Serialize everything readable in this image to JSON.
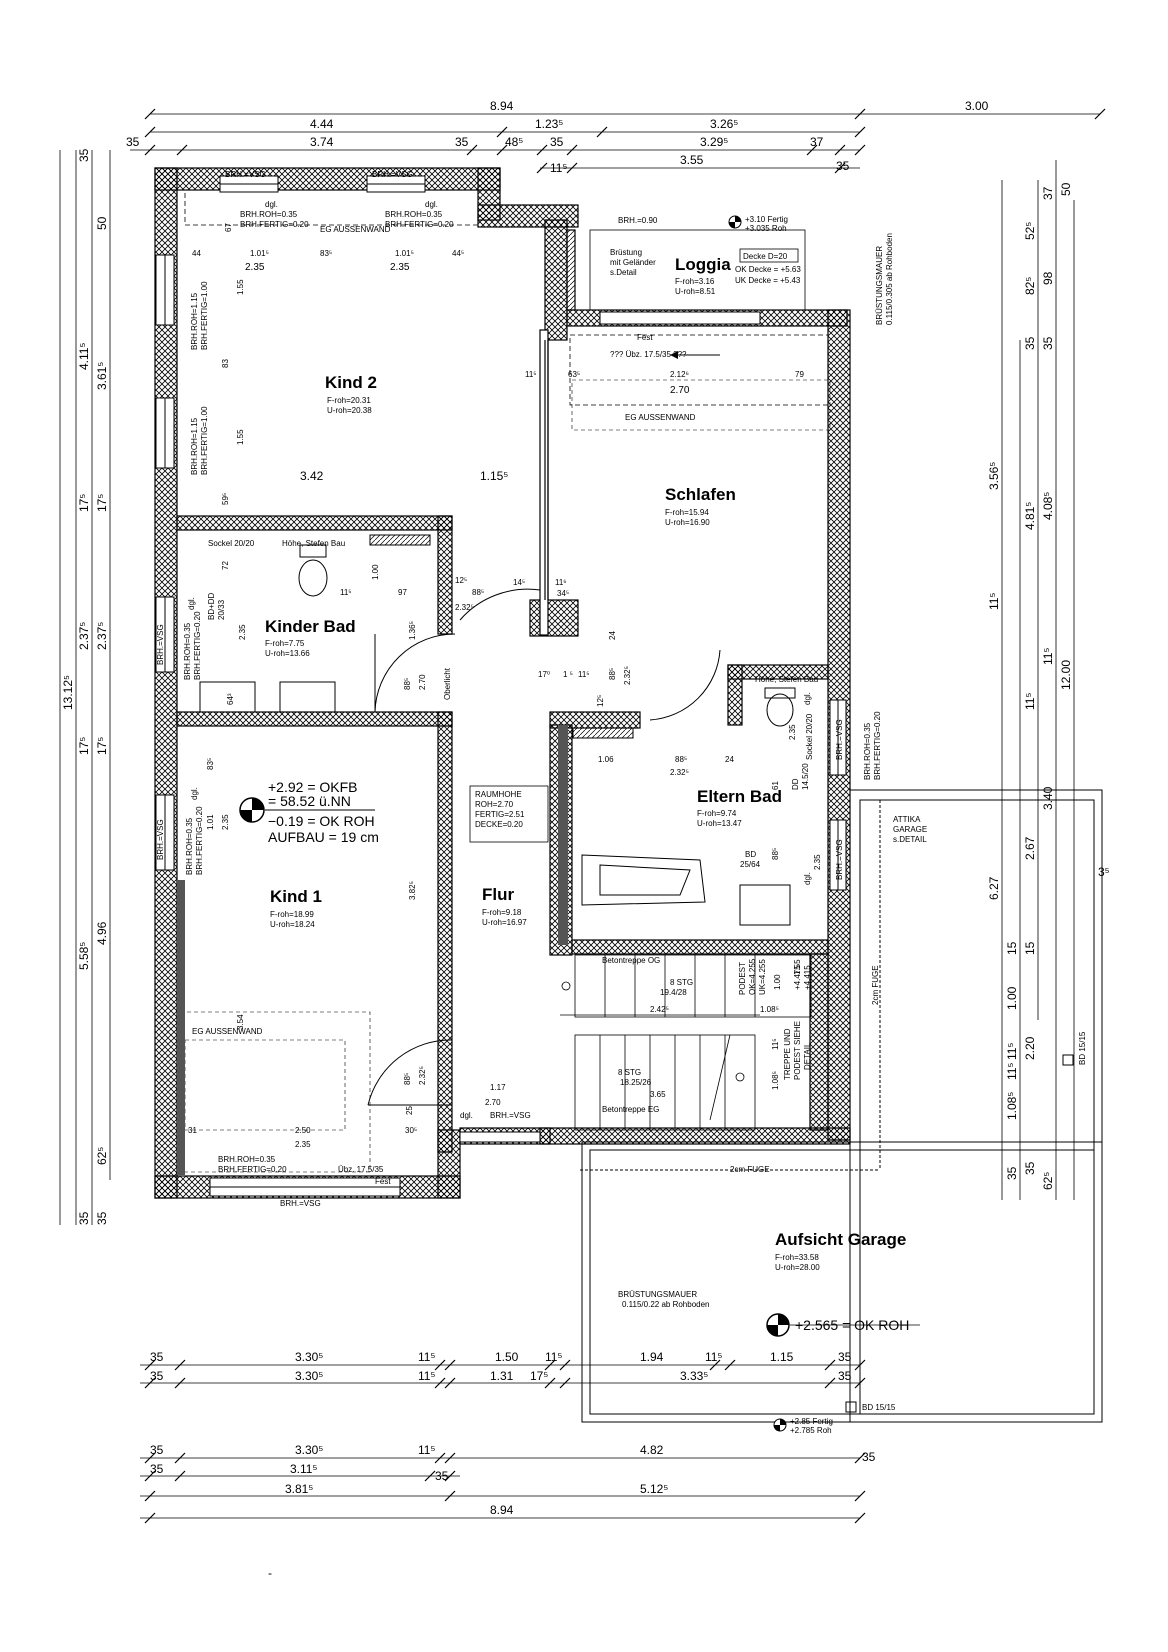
{
  "rooms": {
    "kind2": {
      "name": "Kind 2",
      "f": "F-roh=20.31",
      "u": "U-roh=20.38"
    },
    "schlafen": {
      "name": "Schlafen",
      "f": "F-roh=15.94",
      "u": "U-roh=16.90"
    },
    "loggia": {
      "name": "Loggia",
      "f": "F-roh=3.16",
      "u": "U-roh=8.51"
    },
    "kinderbad": {
      "name": "Kinder Bad",
      "f": "F-roh=7.75",
      "u": "U-roh=13.66"
    },
    "elternbad": {
      "name": "Eltern Bad",
      "f": "F-roh=9.74",
      "u": "U-roh=13.47"
    },
    "kind1": {
      "name": "Kind 1",
      "f": "F-roh=18.99",
      "u": "U-roh=18.24"
    },
    "flur": {
      "name": "Flur",
      "f": "F-roh=9.18",
      "u": "U-roh=16.97"
    },
    "garage": {
      "name": "Aufsicht Garage",
      "f": "F-roh=33.58",
      "u": "U-roh=28.00"
    }
  },
  "dims_top": {
    "d894": "8.94",
    "d300": "3.00",
    "d444": "4.44",
    "d1235": "1.23⁵",
    "d3265": "3.26⁵",
    "d35a": "35",
    "d374": "3.74",
    "d35b": "35",
    "d485": "48⁵",
    "d35c": "35",
    "d329": "3.29⁵",
    "d37": "37",
    "d35d": "35",
    "d115": "11⁵",
    "d355": "3.55"
  },
  "dims_bottom": {
    "a35": "35",
    "a3305": "3.30⁵",
    "a115": "11⁵",
    "a150": "1.50",
    "a115b": "11⁵",
    "a194": "1.94",
    "a115c": "11⁵",
    "a115d": "1.15",
    "a35b": "35",
    "b35": "35",
    "b3305": "3.30⁵",
    "b115": "11⁵",
    "b131": "1.31",
    "b175": "17⁵",
    "b3335": "3.33⁵",
    "c35": "35",
    "c3305": "3.30⁵",
    "c115": "11⁵",
    "c482": "4.82",
    "c35b": "35",
    "d35": "35",
    "d3115": "3.11⁵",
    "d35b": "35",
    "e3815": "3.81⁵",
    "e5125": "5.12⁵",
    "f894": "8.94"
  },
  "dims_left": {
    "l35": "35",
    "l4115": "4.11⁵",
    "l50": "50",
    "l3615": "3.61⁵",
    "l175": "17⁵",
    "l175b": "17⁵",
    "l2375": "2.37⁵",
    "l2375b": "2.37⁵",
    "l13125": "13.12⁵",
    "l175c": "17⁵",
    "l175d": "17⁵",
    "l5585": "5.58⁵",
    "l496": "4.96",
    "l625": "62⁵",
    "l35b": "35",
    "l35c": "35"
  },
  "dims_right": {
    "r37": "37",
    "r50": "50",
    "r525": "52⁵",
    "r825": "82⁵",
    "r98": "98",
    "r35": "35",
    "r35b": "35",
    "r3565": "3.56⁵",
    "r4815": "4.81⁵",
    "r4085": "4.08⁵",
    "r115": "11⁵",
    "r115b": "11⁵",
    "r1200": "12.00",
    "r115c": "11⁵",
    "r340": "3.40",
    "r627": "6.27",
    "r267": "2.67",
    "r15": "15",
    "r15b": "15",
    "r100": "1.00",
    "r115d": "11⁵",
    "r220": "2.20",
    "r1085": "1.08⁵",
    "r115e": "11⁵",
    "r35c": "35",
    "r35d": "35",
    "r625": "62⁵",
    "r35e": "3⁵"
  },
  "labels": {
    "brh_vsg": "BRH.=VSG",
    "dgl": "dgl.",
    "brh_roh035": "BRH.ROH=0.35",
    "brh_fert020": "BRH.FERTIG=0.20",
    "eg_aussen": "EG AUSSENWAND",
    "brh_roh115": "BRH.ROH=1.15",
    "brh_fert100": "BRH.FERTIG=1.00",
    "brh_090": "BRH.=0.90",
    "fertig310": "+3.10 Fertig",
    "roh3035": "+3.035 Roh",
    "bruestung1": "Brüstung",
    "bruestung2": "mit Geländer",
    "bruestung3": "s.Detail",
    "decke": "Decke D=20",
    "ok_decke": "OK Decke  = +5.63",
    "uk_decke": "UK Decke  = +5.43",
    "bruest_mauer": "BRÜSTUNGSMAUER",
    "bruest_mauer2": "0.115/0.305 ab Rohboden",
    "fest": "Fest",
    "ubz": "??? Übz.  17.5/35  ???",
    "d1015": "1.01⁵",
    "d835": "83⁵",
    "d1015b": "1.01⁵",
    "d445": "44⁵",
    "d44": "44",
    "d235": "2.35",
    "d235b": "2.35",
    "d67": "67",
    "d155": "1.55",
    "d83": "83",
    "d155b": "1.55",
    "d342": "3.42",
    "d1155": "1.15⁵",
    "d595": "59⁵",
    "d115r": "11⁵",
    "d635": "63⁵",
    "d2126": "2.12⁶",
    "d79": "79",
    "d270": "2.70",
    "sockel": "Sockel  20/20",
    "hoehe": "Höhe, Stefen Bau",
    "d72": "72",
    "d100": "1.00",
    "d115k": "11⁵",
    "d97": "97",
    "d125": "12⁵",
    "d88": "88⁵",
    "d145": "14⁵",
    "d2325": "2.32⁵",
    "d116": "11⁶",
    "d345": "34⁵",
    "bd": "BD+DD",
    "bd2": "20/33",
    "d1365": "1.36⁵",
    "d24": "24",
    "d170": "17⁰",
    "d11": "11⁵",
    "d115f": "1 ⁵",
    "d885": "88⁵",
    "d2325b": "2.32⁵",
    "d125b": "12⁵",
    "d885b": "88⁵",
    "d270b": "2.70",
    "oberlicht": "Oberlicht",
    "d643": "64³",
    "ok_fb": "+2.92 = OKFB",
    "nn": "= 58.52 ü.NN",
    "ok_roh": "−0.19 = OK ROH",
    "aufbau": "AUFBAU = 19 cm",
    "d835b": "83⁵",
    "d101": "1.01",
    "d235c": "2.35",
    "raumhoehe1": "RAUMHOHE",
    "raumhoehe2": "ROH=2.70",
    "raumhoehe3": "FERTIG=2.51",
    "raumhoehe4": "DECKE=0.20",
    "d106": "1.06",
    "d885c": "88⁵",
    "d24b": "24",
    "d2325c": "2.32⁵",
    "d61": "61",
    "d235d": "2.35",
    "d885d": "88⁵",
    "d235e": "2.35",
    "bd_eb": "BD",
    "bd_eb2": "25/64",
    "dd": "DD",
    "dd2": "14.5/20",
    "sockel2": "Sockel  20/20",
    "hoehe2": "Höhe, Stefen Bau",
    "d3825": "3.82⁵",
    "attika1": "ATTIKA",
    "attika2": "GARAGE",
    "attika3": "s.DETAIL",
    "beton1": "Betontreppe OG",
    "stg8": "8 STG",
    "stg8b": "19.4/28",
    "podest1": "PODEST",
    "podest2": "OK=4.255",
    "podest3": "UK=4.255",
    "d100p": "1.00",
    "d155p": "1.55",
    "d2425": "2.42⁵",
    "d1085": "1.08⁵",
    "fertig4475": "+4.475",
    "fertig4415": "+4.415",
    "treppe1": "TREPPE UND",
    "treppe2": "PODEST SIEHE",
    "treppe3": "DETAIL",
    "d115t": "11⁵",
    "d1085b": "1.08⁵",
    "stg8c": "8 STG",
    "stg8d": "18.25/26",
    "d365": "3.65",
    "beton2": "Betontreppe EG",
    "fuge1": "2cm FUGE",
    "fuge2": "2cm FUGE",
    "eg_aussen2": "EG AUSSENWAND",
    "d354": "3.54",
    "d885e": "88⁵",
    "d2325d": "2.32⁵",
    "d117": "1.17",
    "d270c": "2.70",
    "d25": "25",
    "d31": "31",
    "d250": "2.50",
    "d305": "30⁵",
    "d235f": "2.35",
    "ubz2": "Übz.  17.5/35",
    "fest2": "Fest",
    "bruest_mauer3": "BRÜSTUNGSMAUER",
    "bruest_mauer4": "0.115/0.22 ab Rohboden",
    "ok_roh2": "+2.565 = OK ROH",
    "bd1515": "BD 15/15",
    "bd1515b": "BD 15/15",
    "fertig285": "+2.85 Fertig",
    "roh2785": "+2.785 Roh",
    "dash": "-"
  }
}
